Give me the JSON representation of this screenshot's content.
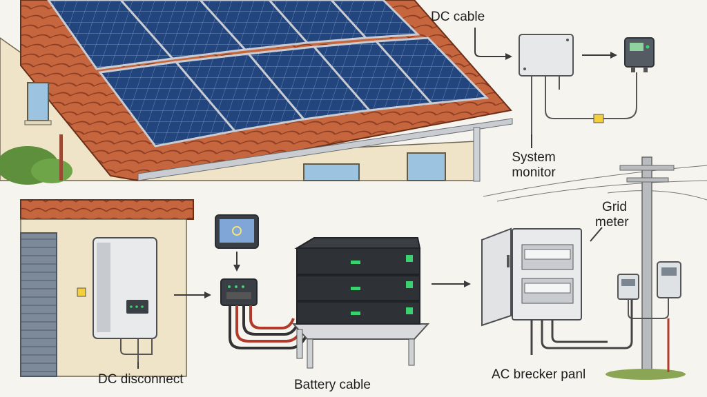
{
  "labels": {
    "dc_cable": "DC cable",
    "system_monitor_line1": "System",
    "system_monitor_line2": "monitor",
    "grid_meter_line1": "Grid",
    "grid_meter_line2": "meter",
    "dc_disconnect": "DC disconnect",
    "battery_cable": "Battery cable",
    "ac_breaker_panel": "AC brecker panl"
  },
  "colors": {
    "background": "#f6f4ee",
    "roof_tile": "#c0613f",
    "panel": "#1f3f73",
    "wall": "#efe6cf",
    "battery": "#2c2f33",
    "battery_led": "#3bd16f",
    "cable_red": "#b23a2a",
    "cable_dark": "#333333"
  }
}
